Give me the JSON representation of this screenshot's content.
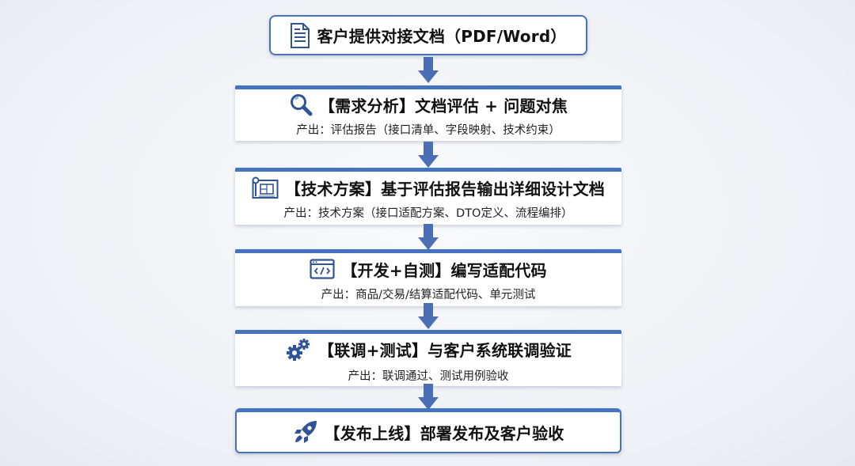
{
  "flow": {
    "start": {
      "title": "客户提供对接文档（PDF/Word）",
      "icon": "document-icon"
    },
    "steps": [
      {
        "title": "【需求分析】文档评估 + 问题对焦",
        "output": "产出：评估报告（接口清单、字段映射、技术约束）",
        "icon": "magnifier-icon"
      },
      {
        "title": "【技术方案】基于评估报告输出详细设计文档",
        "output": "产出：技术方案（接口适配方案、DTO定义、流程编排）",
        "icon": "blueprint-icon"
      },
      {
        "title": "【开发+自测】编写适配代码",
        "output": "产出：商品/交易/结算适配代码、单元测试",
        "icon": "code-window-icon"
      },
      {
        "title": "【联调+测试】与客户系统联调验证",
        "output": "产出：联调通过、测试用例验收",
        "icon": "gears-icon"
      }
    ],
    "end": {
      "title": "【发布上线】部署发布及客户验收",
      "icon": "rocket-icon"
    }
  },
  "colors": {
    "accent": "#4673c0",
    "arrow": "#4a6fb5",
    "box_border": "#4a72b6"
  }
}
